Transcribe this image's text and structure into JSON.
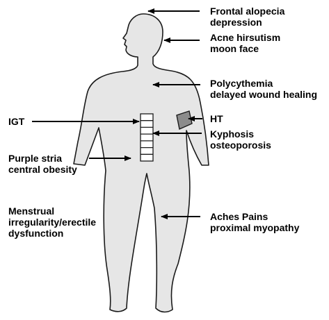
{
  "labels": {
    "frontal": [
      "Frontal alopecia",
      "depression"
    ],
    "acne": [
      "Acne hirsutism",
      "moon face"
    ],
    "poly": [
      "Polycythemia",
      "delayed wound healing"
    ],
    "igt": [
      "IGT"
    ],
    "ht": [
      "HT"
    ],
    "kyphosis": [
      "Kyphosis",
      "osteoporosis"
    ],
    "purple": [
      "Purple stria",
      "central obesity"
    ],
    "menstrual": [
      "Menstrual",
      "irregularity/erectile",
      "dysfunction"
    ],
    "aches": [
      "Aches Pains",
      "proximal myopathy"
    ]
  },
  "colors": {
    "body_fill": "#e6e6e6",
    "outline": "#1a1a1a",
    "cuff": "#8c8c8c",
    "text": "#000000"
  }
}
